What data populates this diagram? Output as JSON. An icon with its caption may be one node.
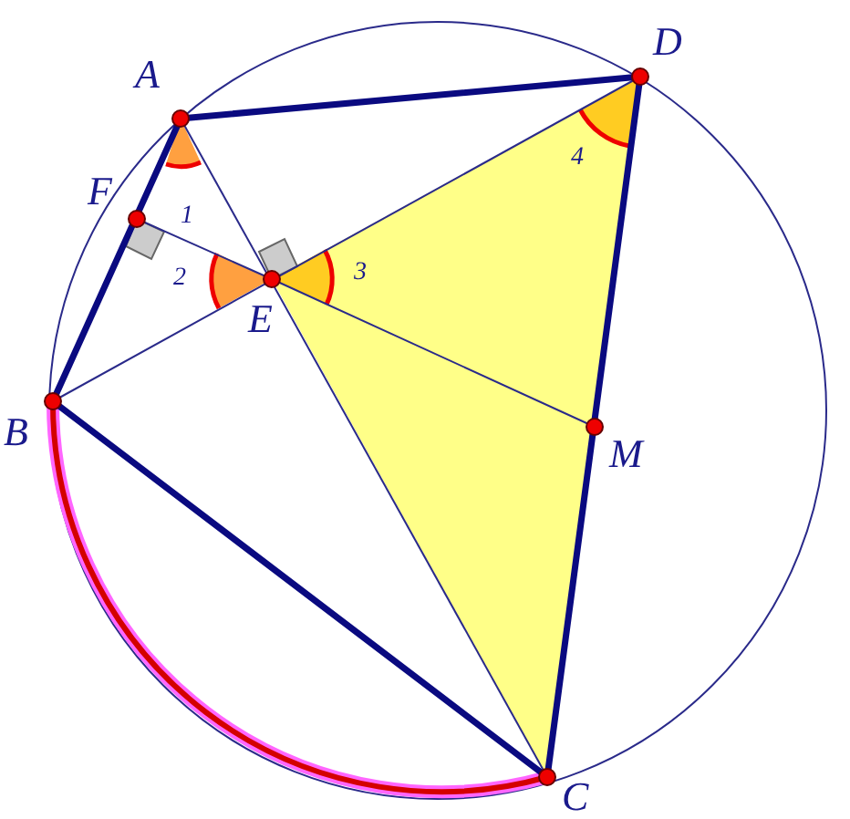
{
  "diagram": {
    "labels": [
      "A",
      "D",
      "F",
      "1",
      "4",
      "2",
      "E",
      "3",
      "B",
      "M",
      "C"
    ]
  }
}
